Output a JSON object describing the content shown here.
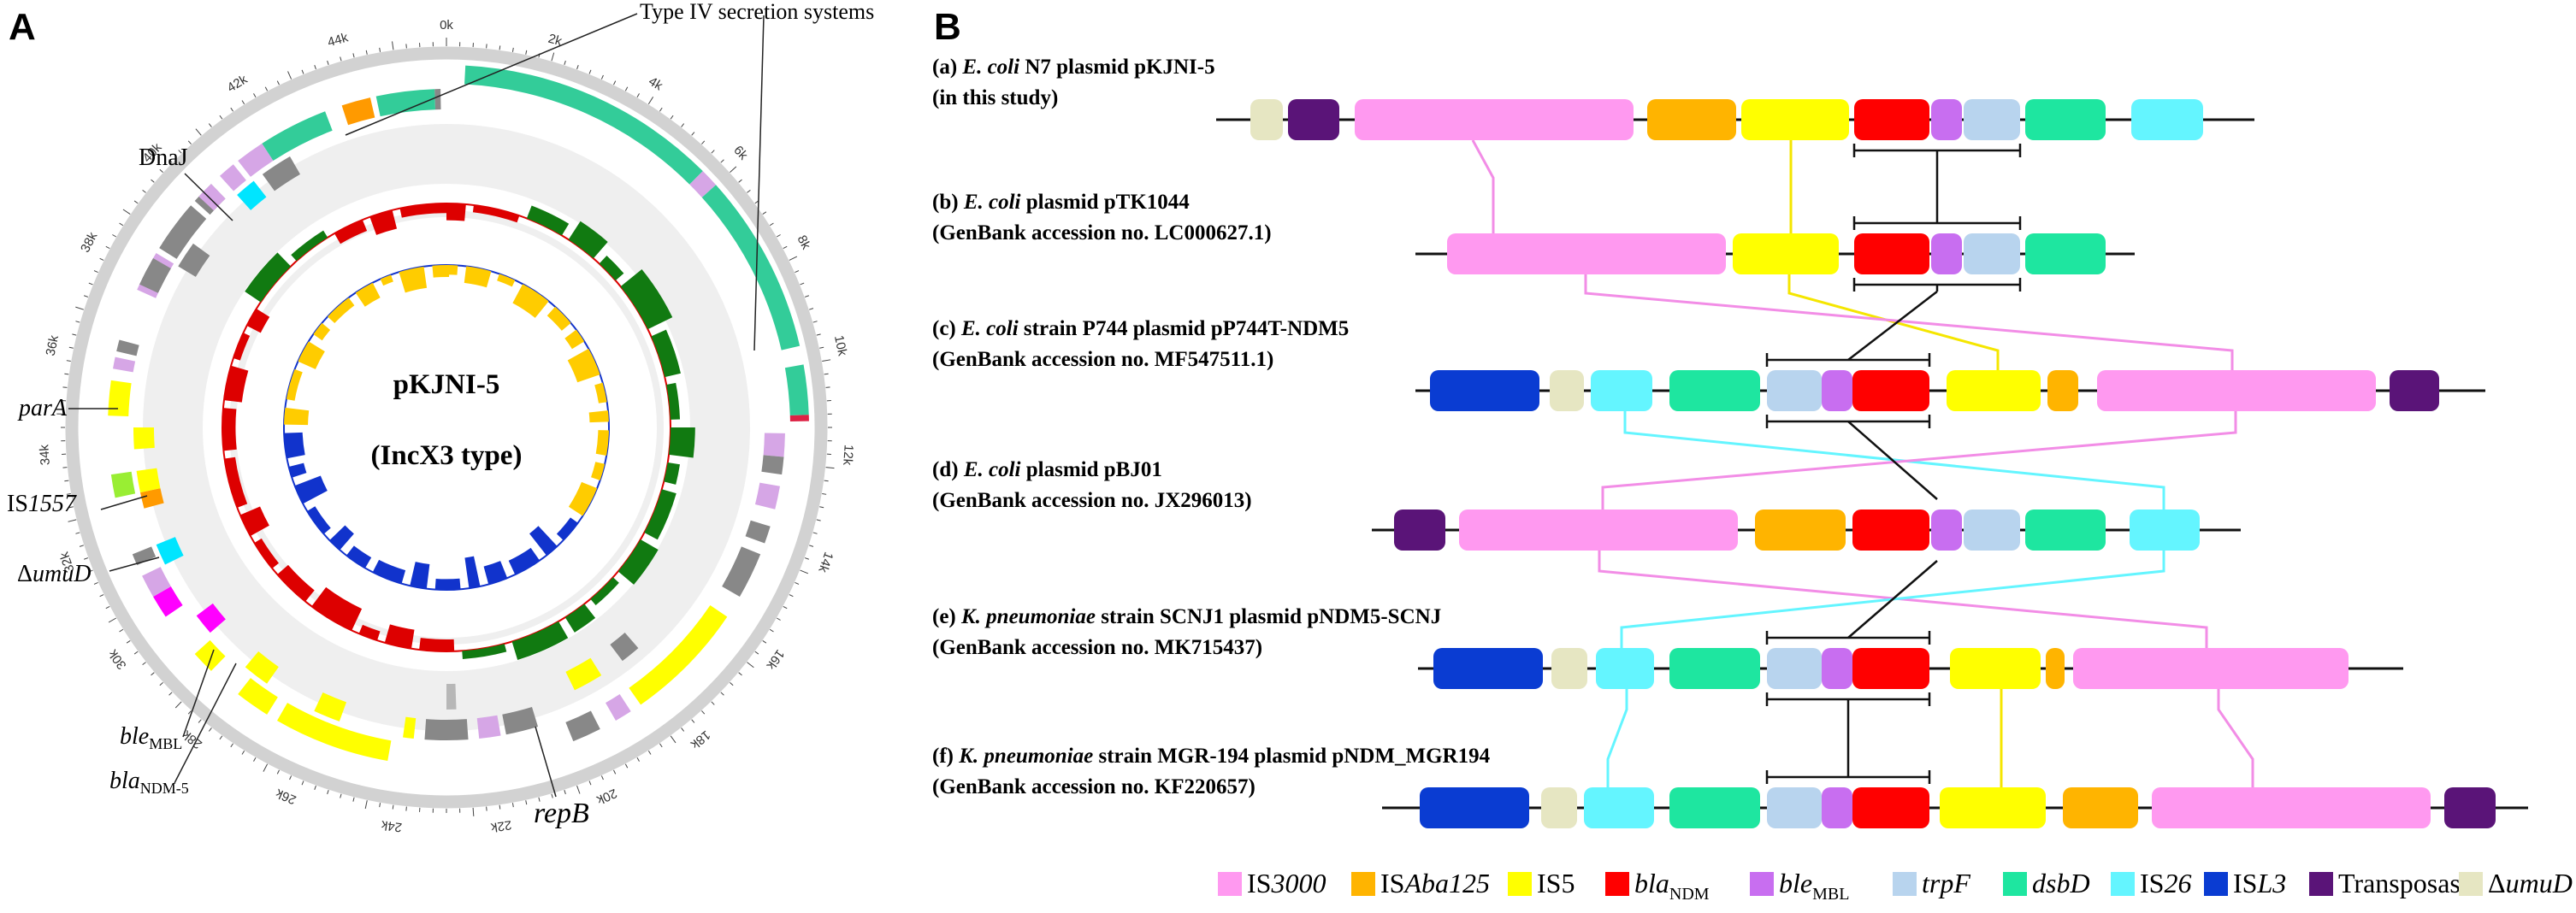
{
  "panels": {
    "a": "A",
    "b": "B"
  },
  "plasmid": {
    "name": "pKJNI-5",
    "type": "(IncX3 type)"
  },
  "callouts": {
    "t4ss": "Type IV secretion systems",
    "dnaj": "DnaJ",
    "para": "parA",
    "is1557_a": "IS",
    "is1557_b": "1557",
    "umud_a": "Δ",
    "umud_b": "umuD",
    "ble_a": "ble",
    "ble_b": "MBL",
    "bla_a": "bla",
    "bla_b": "NDM-5",
    "repb": "repB"
  },
  "ticks": [
    "2k",
    "4k",
    "6k",
    "8k",
    "10k",
    "12k",
    "14k",
    "16k",
    "18k",
    "20k",
    "22k",
    "24k",
    "26k",
    "28k",
    "30k",
    "32k",
    "34k",
    "36k",
    "38k",
    "40k",
    "42k",
    "44k",
    "0k"
  ],
  "rows": [
    {
      "t1a": "(a) ",
      "t1i": "E. coli",
      "t1b": " N7 plasmid pKJNI-5",
      "t2": "(in this study)"
    },
    {
      "t1a": "(b) ",
      "t1i": "E. coli",
      "t1b": " plasmid pTK1044",
      "t2": "(GenBank accession no. LC000627.1)"
    },
    {
      "t1a": "(c) ",
      "t1i": "E. coli",
      "t1b": " strain P744 plasmid pP744T-NDM5",
      "t2": "(GenBank accession no. MF547511.1)"
    },
    {
      "t1a": "(d) ",
      "t1i": "E. coli",
      "t1b": " plasmid pBJ01",
      "t2": "(GenBank accession no. JX296013)"
    },
    {
      "t1a": "(e) ",
      "t1i": "K. pneumoniae",
      "t1b": " strain SCNJ1 plasmid pNDM5-SCNJ",
      "t2": "(GenBank accession no. MK715437)"
    },
    {
      "t1a": "(f) ",
      "t1i": "K. pneumoniae",
      "t1b": " strain MGR-194 plasmid pNDM_MGR194",
      "t2": "(GenBank accession no. KF220657)"
    }
  ],
  "legend": [
    {
      "a": "IS",
      "b": "3000",
      "style": "ital",
      "color": "#ff99f0"
    },
    {
      "a": "IS",
      "b": "Aba125",
      "style": "ital",
      "color": "#ffb400"
    },
    {
      "a": "IS5",
      "b": "",
      "style": "plain",
      "color": "#ffff00"
    },
    {
      "a": "bla",
      "b": "NDM",
      "style": "sub",
      "color": "#ff0000"
    },
    {
      "a": "ble",
      "b": "MBL",
      "style": "sub",
      "color": "#c86ef0"
    },
    {
      "a": "trpF",
      "b": "",
      "style": "allital",
      "color": "#b8d4ee"
    },
    {
      "a": "dsbD",
      "b": "",
      "style": "allital",
      "color": "#1ee6a0"
    },
    {
      "a": "IS",
      "b": "26",
      "style": "ital",
      "color": "#64f5ff"
    },
    {
      "a": "IS",
      "b": "L3",
      "style": "ital",
      "color": "#0a3cd2"
    },
    {
      "a": "Transposase",
      "b": "",
      "style": "plain",
      "color": "#5a1478"
    },
    {
      "a": "Δ",
      "b": "umuD",
      "style": "ital",
      "color": "#e6e6c2"
    }
  ]
}
